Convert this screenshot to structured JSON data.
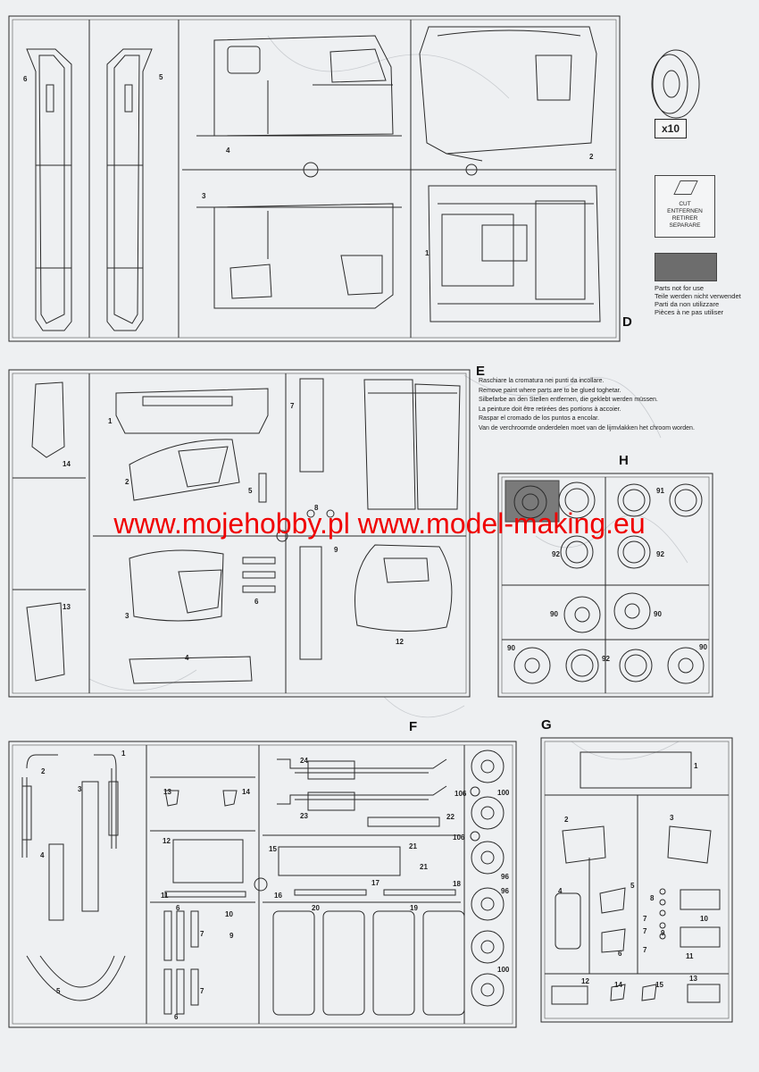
{
  "sheet_d": {
    "letter": "D",
    "part_numbers": [
      "6",
      "5",
      "4",
      "3",
      "2",
      "1"
    ],
    "tire_count": "x10",
    "cut_label": [
      "CUT",
      "ENTFERNEN",
      "RETIRER",
      "SEPARARE"
    ],
    "not_for_use": [
      "Parts not for use",
      "Teile werden nicht verwendet",
      "Parti da non utilizzare",
      "Pièces à ne pas utiliser"
    ]
  },
  "sheet_e": {
    "letter": "E",
    "chrome_note": [
      "Raschiare la cromatura nei punti da incollare.",
      "Remove paint where parts are to be glued toghetar.",
      "Silbefarbe an den Stellen entfernen, die geklebt werden müssen.",
      "La peinture doit être retirées des portions à accoier.",
      "Raspar el cromado de los puntos a encolar.",
      "Van de verchroomde onderdelen moet van de lijmvlakken het chroom worden."
    ],
    "part_numbers": [
      "14",
      "1",
      "7",
      "2",
      "5",
      "8",
      "3",
      "6",
      "9",
      "13",
      "4",
      "12"
    ]
  },
  "sheet_h": {
    "letter": "H",
    "part_numbers": [
      "91",
      "92",
      "92",
      "90",
      "90",
      "90",
      "92",
      "90"
    ]
  },
  "sheet_f": {
    "letter": "F",
    "part_numbers": [
      "1",
      "2",
      "3",
      "4",
      "5",
      "13",
      "14",
      "12",
      "11",
      "6",
      "7",
      "10",
      "9",
      "24",
      "23",
      "106",
      "100",
      "22",
      "106",
      "15",
      "21",
      "21",
      "96",
      "16",
      "17",
      "18",
      "96",
      "20",
      "19",
      "100"
    ]
  },
  "sheet_g": {
    "letter": "G",
    "part_numbers": [
      "1",
      "2",
      "3",
      "4",
      "5",
      "6",
      "7",
      "7",
      "7",
      "8",
      "9",
      "10",
      "11",
      "12",
      "13",
      "14",
      "15"
    ]
  },
  "watermark": {
    "text": "www.mojehobby.pl www.model-making.eu",
    "color": "#f00000"
  }
}
